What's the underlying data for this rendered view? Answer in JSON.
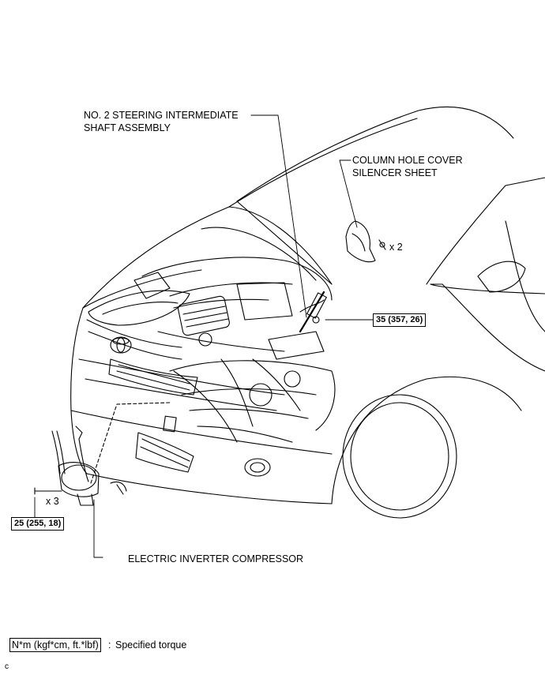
{
  "labels": {
    "steering_shaft_line1": "NO. 2 STEERING INTERMEDIATE",
    "steering_shaft_line2": "SHAFT ASSEMBLY",
    "column_cover_line1": "COLUMN HOLE COVER",
    "column_cover_line2": "SILENCER SHEET",
    "compressor": "ELECTRIC INVERTER COMPRESSOR",
    "clip_qty": "x 2",
    "bolt_qty": "x 3"
  },
  "torque": {
    "shaft": "35 (357, 26)",
    "compressor": "25 (255, 18)"
  },
  "legend": {
    "unit": "N*m (kgf*cm, ft.*lbf)",
    "separator": ":",
    "meaning": "Specified torque"
  },
  "figure_code": "c"
}
